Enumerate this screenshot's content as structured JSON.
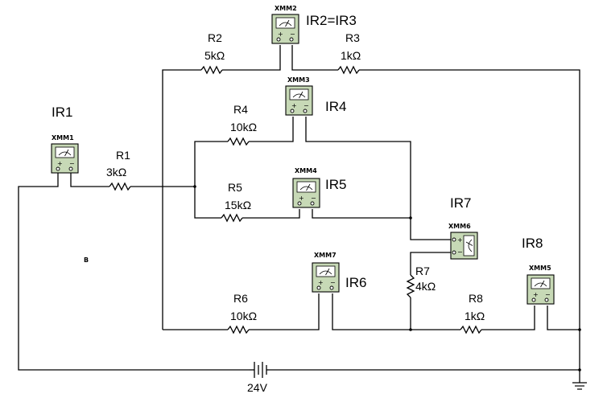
{
  "labels": {
    "ir1": "IR1",
    "ir2_ir3": "IR2=IR3",
    "ir4": "IR4",
    "ir5": "IR5",
    "ir6": "IR6",
    "ir7": "IR7",
    "ir8": "IR8",
    "b": "B"
  },
  "meters": {
    "xmm1": "XMM1",
    "xmm2": "XMM2",
    "xmm3": "XMM3",
    "xmm4": "XMM4",
    "xmm5": "XMM5",
    "xmm6": "XMM6",
    "xmm7": "XMM7"
  },
  "resistors": {
    "r1": {
      "name": "R1",
      "value": "3kΩ"
    },
    "r2": {
      "name": "R2",
      "value": "5kΩ"
    },
    "r3": {
      "name": "R3",
      "value": "1kΩ"
    },
    "r4": {
      "name": "R4",
      "value": "10kΩ"
    },
    "r5": {
      "name": "R5",
      "value": "15kΩ"
    },
    "r6": {
      "name": "R6",
      "value": "10kΩ"
    },
    "r7": {
      "name": "R7",
      "value": "4kΩ"
    },
    "r8": {
      "name": "R8",
      "value": "1kΩ"
    }
  },
  "source": {
    "value": "24V"
  }
}
